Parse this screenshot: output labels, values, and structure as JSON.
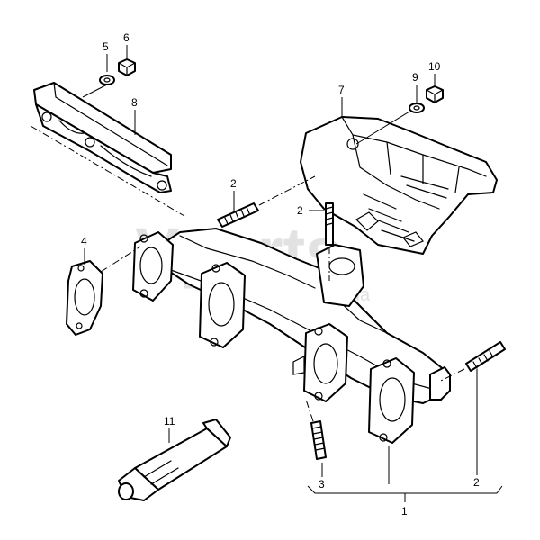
{
  "diagram": {
    "callouts": {
      "c1": "1",
      "c2a": "2",
      "c2b": "2",
      "c2c": "2",
      "c3": "3",
      "c4": "4",
      "c5": "5",
      "c6": "6",
      "c7": "7",
      "c8": "8",
      "c9": "9",
      "c10": "10",
      "c11": "11"
    },
    "watermark": {
      "main": "Vparts",
      "sub": ".com.ua"
    }
  }
}
